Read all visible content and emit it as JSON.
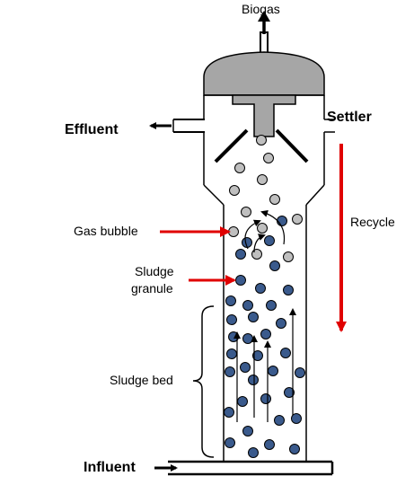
{
  "labels": {
    "biogas": "Biogas",
    "effluent": "Effluent",
    "settler": "Settler",
    "recycle": "Recycle",
    "gas_bubble": "Gas bubble",
    "sludge_granule_line1": "Sludge",
    "sludge_granule_line2": "granule",
    "sludge_bed": "Sludge bed",
    "influent": "Influent"
  },
  "colors": {
    "dome": "#a6a6a6",
    "gas_bubble": "#bfbfbf",
    "sludge_granule": "#3a5a8c",
    "outline": "#000000",
    "callout_arrow": "#e00000"
  }
}
